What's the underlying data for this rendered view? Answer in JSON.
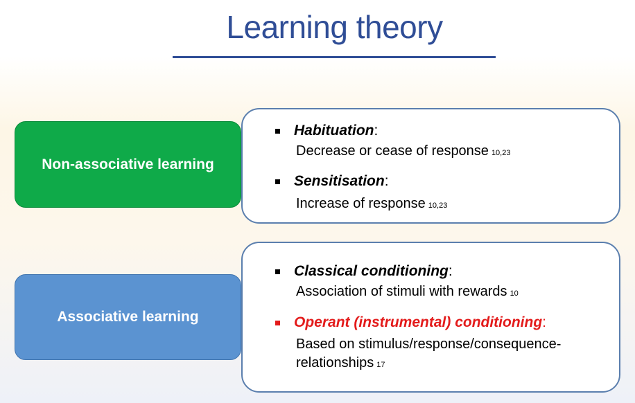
{
  "title": "Learning theory",
  "categories": [
    {
      "label": "Non-associative learning",
      "color": "#0faa49",
      "items": [
        {
          "term": "Habituation",
          "description": "Decrease or cease of response",
          "ref": "10,23"
        },
        {
          "term": "Sensitisation",
          "description": "Increase of response",
          "ref": "10,23"
        }
      ]
    },
    {
      "label": "Associative learning",
      "color": "#5b93d1",
      "items": [
        {
          "term": "Classical conditioning",
          "description": "Association of stimuli with rewards",
          "ref": "10"
        },
        {
          "term": "Operant (instrumental) conditioning",
          "description_line1": "Based on stimulus/response/consequence-",
          "description_line2": "relationships",
          "ref": "17",
          "highlight_color": "#e31b1b"
        }
      ]
    }
  ]
}
